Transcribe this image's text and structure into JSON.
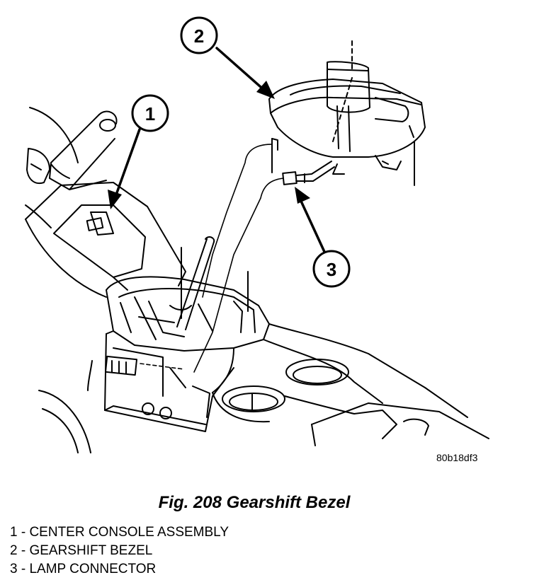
{
  "diagram": {
    "callouts": [
      {
        "label": "1"
      },
      {
        "label": "2"
      },
      {
        "label": "3"
      }
    ],
    "image_code": "80b18df3",
    "stroke_color": "#000000",
    "background_color": "#ffffff"
  },
  "caption": "Fig. 208 Gearshift Bezel",
  "legend": [
    "1 - CENTER CONSOLE ASSEMBLY",
    "2 - GEARSHIFT BEZEL",
    "3 - LAMP CONNECTOR"
  ]
}
